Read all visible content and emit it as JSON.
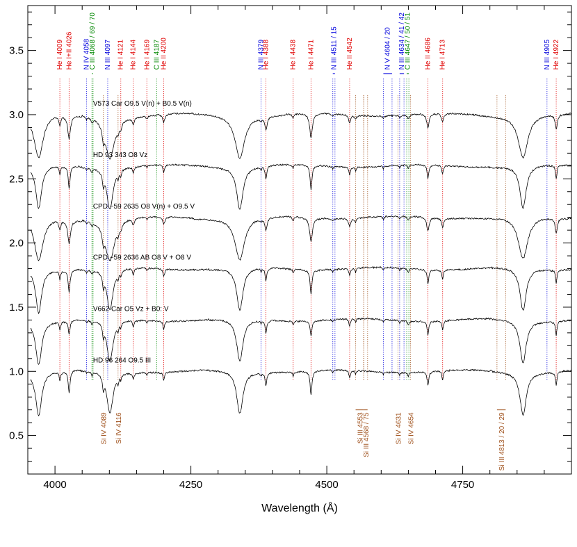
{
  "colors": {
    "He": "#e00000",
    "N": "#0000dd",
    "C": "#008800",
    "Si": "#a0521d",
    "axis": "#000000"
  },
  "chart_data": {
    "type": "line",
    "title": "",
    "xlabel": "Wavelength (Å)",
    "ylabel": "",
    "xlim": [
      3950,
      4950
    ],
    "ylim": [
      0.2,
      3.85
    ],
    "xticks": [
      4000,
      4250,
      4500,
      4750
    ],
    "yticks": [
      0.5,
      1.0,
      1.5,
      2.0,
      2.5,
      3.0,
      3.5
    ],
    "grid": false,
    "series": [
      {
        "name": "V573 Car   O9.5 V(n) + B0.5 V(n)",
        "offset": 3.0,
        "profile": "late_broad"
      },
      {
        "name": "HD 93 343   O8 Vz",
        "offset": 2.6,
        "profile": "O8"
      },
      {
        "name": "CPD −59 2635   O8 V(n) + O9.5 V",
        "offset": 2.2,
        "profile": "O8_broad"
      },
      {
        "name": "CPD −59 2636 AB   O8 V + O8 V",
        "offset": 1.8,
        "profile": "O8"
      },
      {
        "name": "V662 Car   O5 Vz + B0: V",
        "offset": 1.4,
        "profile": "O5"
      },
      {
        "name": "HD 96 264   O9.5 III",
        "offset": 1.0,
        "profile": "O95"
      }
    ],
    "absorption_features": [
      {
        "x": 3970,
        "depth": 0.34,
        "width": 3.0
      },
      {
        "x": 4009,
        "depth": 0.07,
        "width": 1.4
      },
      {
        "x": 4026,
        "depth": 0.18,
        "width": 2.0
      },
      {
        "x": 4058,
        "depth": 0.02,
        "width": 1.2
      },
      {
        "x": 4068,
        "depth": 0.03,
        "width": 1.6
      },
      {
        "x": 4089,
        "depth": 0.09,
        "width": 1.5
      },
      {
        "x": 4101,
        "depth": 0.33,
        "width": 3.2
      },
      {
        "x": 4116,
        "depth": 0.05,
        "width": 1.3
      },
      {
        "x": 4121,
        "depth": 0.04,
        "width": 1.3
      },
      {
        "x": 4144,
        "depth": 0.05,
        "width": 1.5
      },
      {
        "x": 4169,
        "depth": 0.02,
        "width": 1.2
      },
      {
        "x": 4200,
        "depth": 0.06,
        "width": 1.8
      },
      {
        "x": 4340,
        "depth": 0.33,
        "width": 3.2
      },
      {
        "x": 4379,
        "depth": 0.02,
        "width": 1.2
      },
      {
        "x": 4388,
        "depth": 0.1,
        "width": 1.6
      },
      {
        "x": 4438,
        "depth": 0.03,
        "width": 1.3
      },
      {
        "x": 4471,
        "depth": 0.19,
        "width": 2.0
      },
      {
        "x": 4511,
        "depth": 0.02,
        "width": 1.2
      },
      {
        "x": 4542,
        "depth": 0.06,
        "width": 1.6
      },
      {
        "x": 4553,
        "depth": 0.03,
        "width": 1.2
      },
      {
        "x": 4604,
        "depth": 0.02,
        "width": 1.2
      },
      {
        "x": 4634,
        "depth": 0.02,
        "width": 1.2
      },
      {
        "x": 4650,
        "depth": 0.03,
        "width": 1.6
      },
      {
        "x": 4686,
        "depth": 0.11,
        "width": 1.8
      },
      {
        "x": 4713,
        "depth": 0.07,
        "width": 1.6
      },
      {
        "x": 4861,
        "depth": 0.33,
        "width": 3.2
      },
      {
        "x": 4922,
        "depth": 0.11,
        "width": 1.6
      }
    ],
    "line_ids": [
      {
        "label": "He I 4009",
        "x": 4009,
        "element": "He",
        "top": true
      },
      {
        "label": "He I+II 4026",
        "x": 4026,
        "element": "He",
        "top": true
      },
      {
        "label": "N IV 4058",
        "x": 4058,
        "element": "N",
        "top": true
      },
      {
        "label": "C III 4068 / 69 / 70",
        "x": 4068,
        "x_end": 4070,
        "element": "C",
        "top": true
      },
      {
        "label": "N III 4097",
        "x": 4097,
        "element": "N",
        "top": true
      },
      {
        "label": "He I 4121",
        "x": 4121,
        "element": "He",
        "top": true
      },
      {
        "label": "He I 4144",
        "x": 4144,
        "element": "He",
        "top": true
      },
      {
        "label": "He I 4169",
        "x": 4169,
        "element": "He",
        "top": true
      },
      {
        "label": "C III 4187",
        "x": 4187,
        "element": "C",
        "top": true
      },
      {
        "label": "He II 4200",
        "x": 4200,
        "element": "He",
        "top": true
      },
      {
        "label": "N III 4379",
        "x": 4379,
        "element": "N",
        "top": true
      },
      {
        "label": "He I 4388",
        "x": 4388,
        "element": "He",
        "top": true
      },
      {
        "label": "He I 4438",
        "x": 4438,
        "element": "He",
        "top": true
      },
      {
        "label": "He I 4471",
        "x": 4471,
        "element": "He",
        "top": true
      },
      {
        "label": "N III 4511 / 15",
        "x": 4511,
        "x_end": 4515,
        "element": "N",
        "top": true
      },
      {
        "label": "He II 4542",
        "x": 4542,
        "element": "He",
        "top": true
      },
      {
        "label": "N V 4604 / 20",
        "x": 4604,
        "x_end": 4620,
        "element": "N",
        "top": true
      },
      {
        "label": "N III 4634 / 41 / 42",
        "x": 4634,
        "x_end": 4642,
        "element": "N",
        "top": true
      },
      {
        "label": "C III 4647 / 50 / 51",
        "x": 4647,
        "x_end": 4651,
        "element": "C",
        "top": true
      },
      {
        "label": "He II 4686",
        "x": 4686,
        "element": "He",
        "top": true
      },
      {
        "label": "He I 4713",
        "x": 4713,
        "element": "He",
        "top": true
      },
      {
        "label": "N III 4905",
        "x": 4905,
        "element": "N",
        "top": true
      },
      {
        "label": "He I 4922",
        "x": 4922,
        "element": "He",
        "top": true
      },
      {
        "label": "Si IV 4089",
        "x": 4089,
        "element": "Si",
        "top": false
      },
      {
        "label": "Si IV 4116",
        "x": 4116,
        "element": "Si",
        "top": false
      },
      {
        "label": "Si III 4553",
        "x": 4553,
        "x_end": 4568,
        "element": "Si",
        "top": false
      },
      {
        "label": "Si III 4568 / 75",
        "x": 4568,
        "x_end": 4575,
        "element": "Si",
        "top": false
      },
      {
        "label": "Si IV 4631",
        "x": 4631,
        "element": "Si",
        "top": false
      },
      {
        "label": "Si IV 4654",
        "x": 4654,
        "element": "Si",
        "top": false
      },
      {
        "label": "Si III 4813 / 20 / 29",
        "x": 4813,
        "x_end": 4829,
        "element": "Si",
        "top": false
      }
    ]
  }
}
